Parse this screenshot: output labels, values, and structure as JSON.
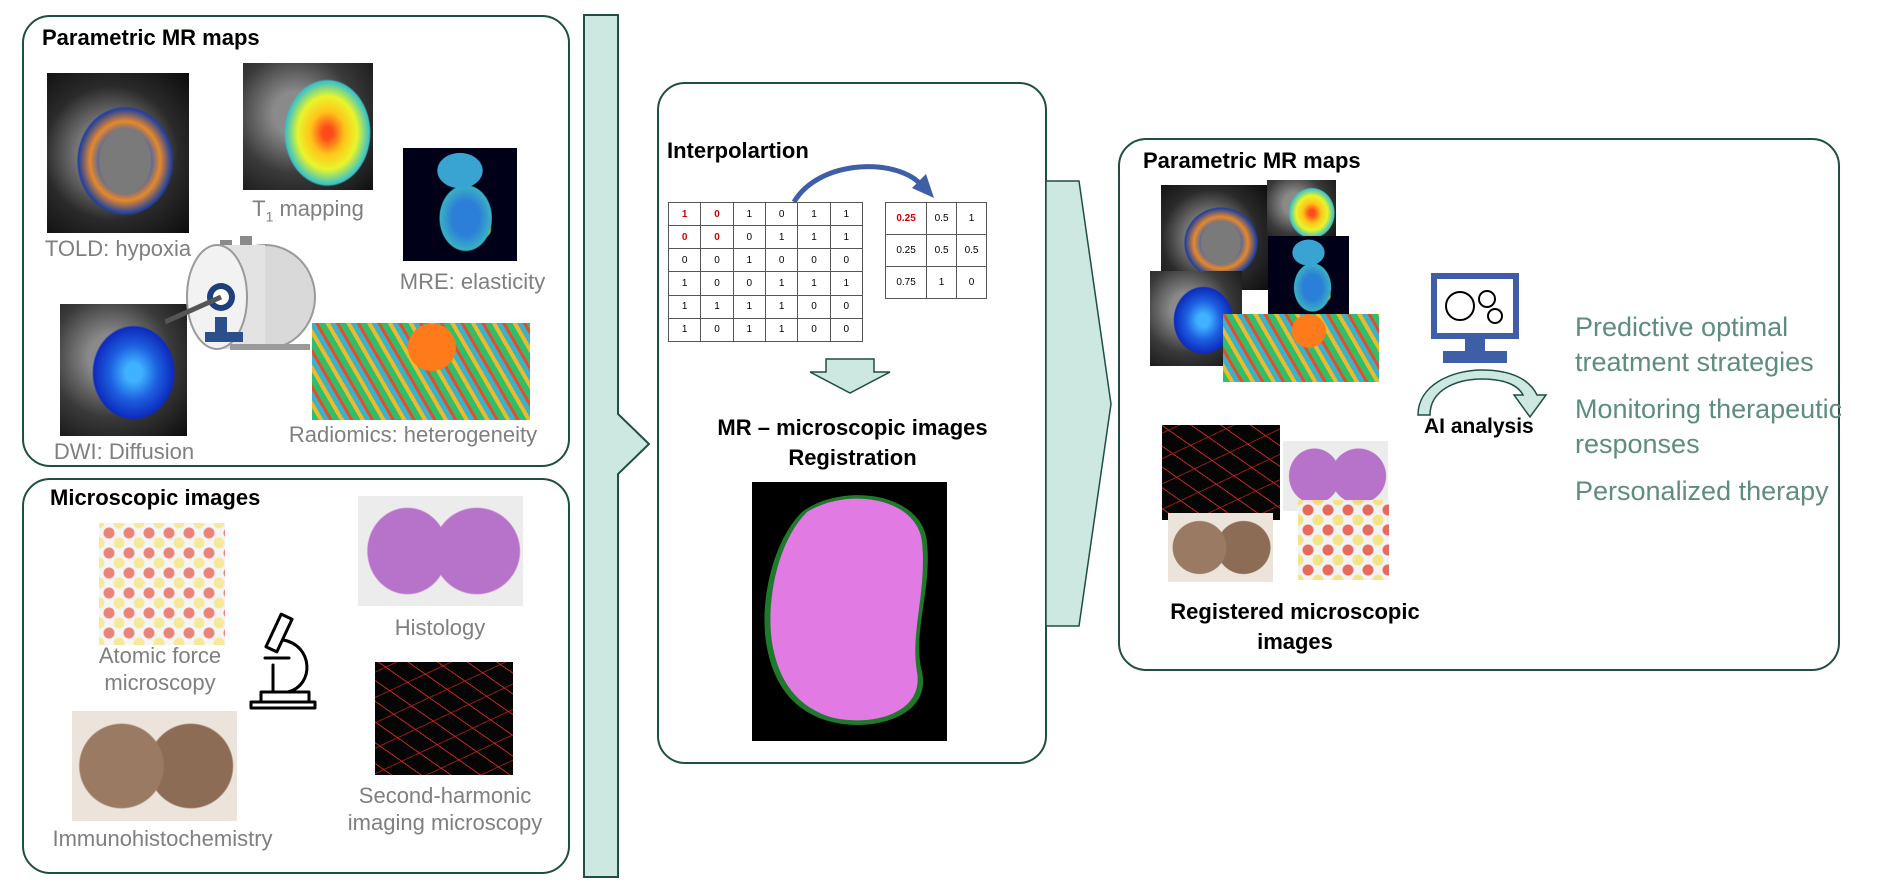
{
  "left_top": {
    "title": "Parametric MR maps",
    "told": "TOLD: hypoxia",
    "t1_main": "T",
    "t1_sub": "1",
    "t1_rest": " mapping",
    "mre": "MRE: elasticity",
    "dwi": "DWI: Diffusion",
    "radiomics": "Radiomics: heterogeneity"
  },
  "left_bottom": {
    "title": "Microscopic images",
    "afm": [
      "Atomic force",
      "microscopy"
    ],
    "histology": "Histology",
    "ihc": "Immunohistochemistry",
    "shg": [
      "Second-harmonic",
      "imaging microscopy"
    ]
  },
  "middle": {
    "interp_title": "Interpolartion",
    "matrix_left": [
      [
        "1",
        "0",
        "1",
        "0",
        "1",
        "1"
      ],
      [
        "0",
        "0",
        "0",
        "1",
        "1",
        "1"
      ],
      [
        "0",
        "0",
        "1",
        "0",
        "0",
        "0"
      ],
      [
        "1",
        "0",
        "0",
        "1",
        "1",
        "1"
      ],
      [
        "1",
        "1",
        "1",
        "1",
        "0",
        "0"
      ],
      [
        "1",
        "0",
        "1",
        "1",
        "0",
        "0"
      ]
    ],
    "matrix_right": [
      [
        "0.25",
        "0.5",
        "1"
      ],
      [
        "0.25",
        "0.5",
        "0.5"
      ],
      [
        "0.75",
        "1",
        "0"
      ]
    ],
    "reg_title": [
      "MR – microscopic images",
      "Registration"
    ]
  },
  "right": {
    "title": "Parametric MR maps",
    "registered": [
      "Registered microscopic",
      "images"
    ],
    "ai_label": "AI analysis",
    "outcomes": [
      [
        "Predictive optimal",
        "treatment strategies"
      ],
      [
        "Monitoring therapeutic",
        "responses"
      ],
      [
        "Personalized therapy"
      ]
    ],
    "text_color": "#5e8c80"
  },
  "colors": {
    "border": "#1f4e44",
    "arrow_fill": "#cce8e1",
    "ai_blue": "#3f5ea8"
  }
}
